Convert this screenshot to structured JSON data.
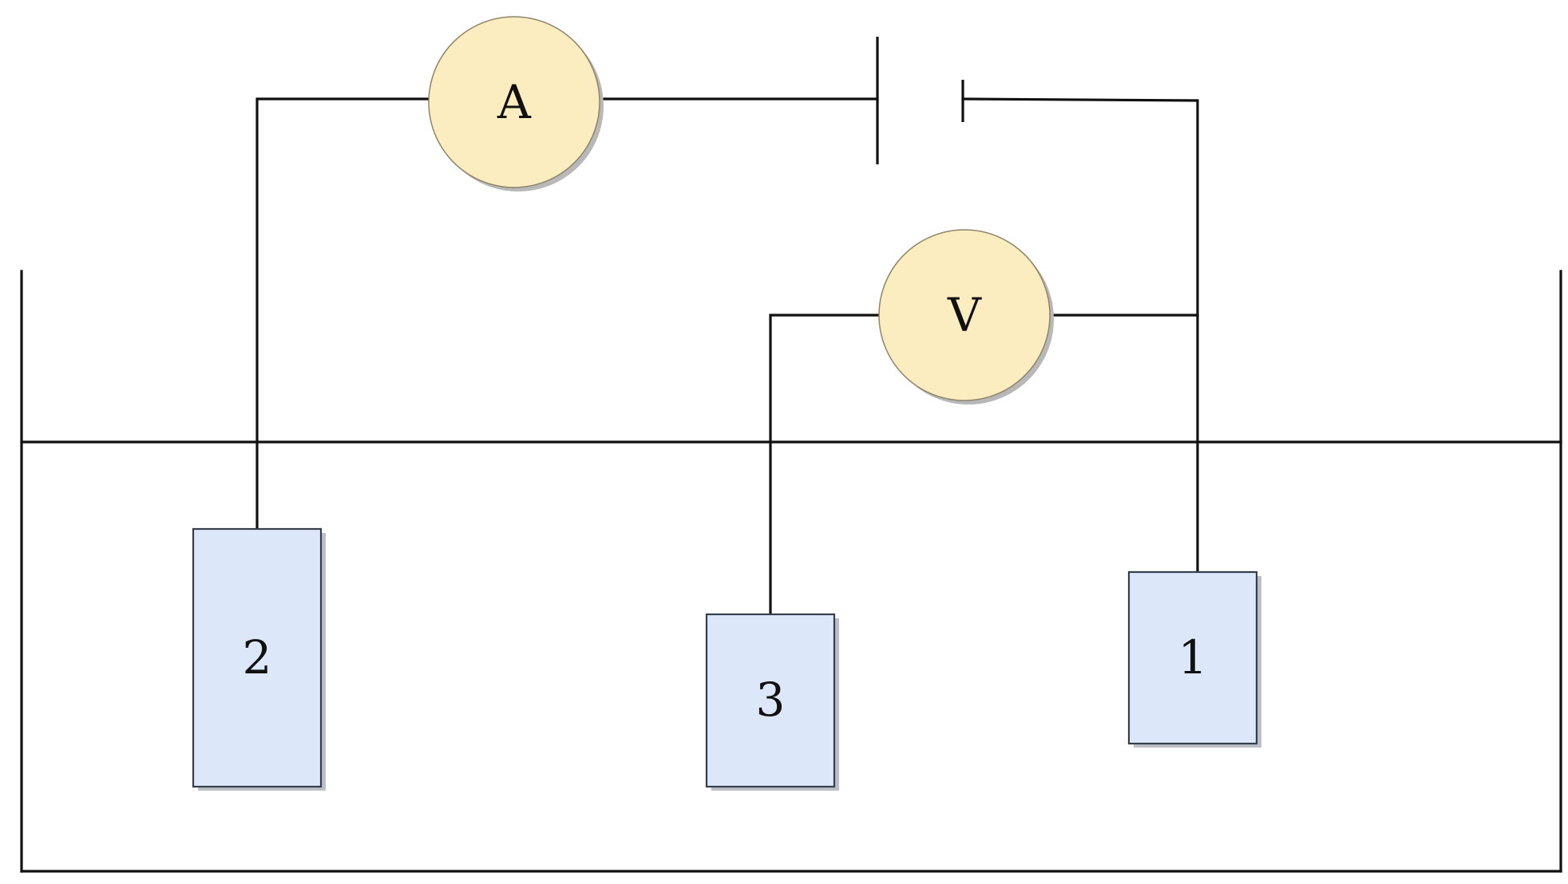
{
  "ammeter": {
    "label": "A"
  },
  "voltmeter": {
    "label": "V"
  },
  "electrodes": [
    {
      "id": "electrode-2",
      "label": "2"
    },
    {
      "id": "electrode-3",
      "label": "3"
    },
    {
      "id": "electrode-1",
      "label": "1"
    }
  ],
  "colors": {
    "meter_fill": "#fbedc0",
    "electrode_fill": "#dce8fa",
    "wire": "#111111",
    "background": "#ffffff"
  }
}
